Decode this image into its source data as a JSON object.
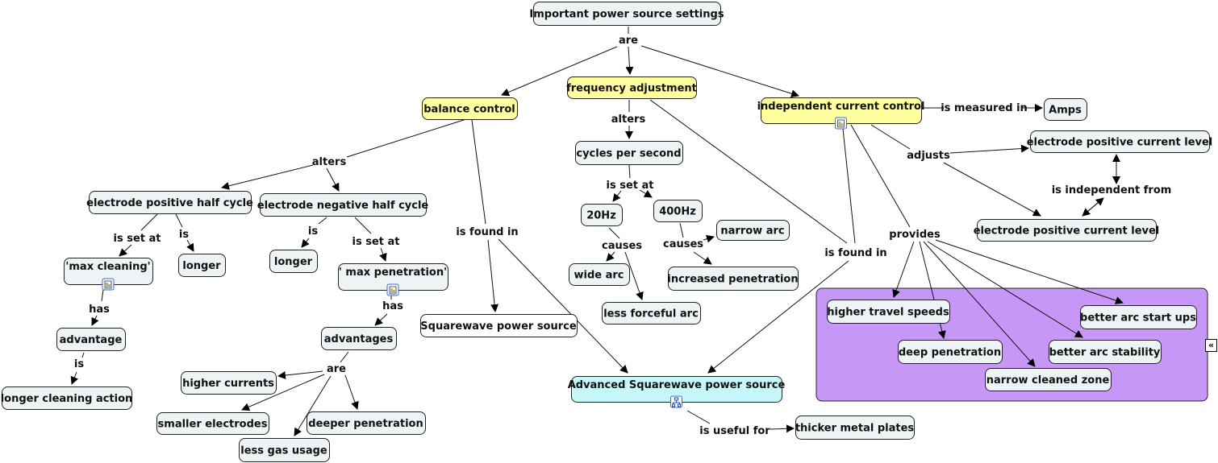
{
  "colors": {
    "default_fill": "#eef3f5",
    "highlight_fill": "#ffff9f",
    "cyan_fill": "#c6f8fb",
    "white_fill": "#ffffff",
    "group_fill": "#c797f8"
  },
  "nodes": [
    {
      "id": "root",
      "label": "Important power source settings",
      "style": "default"
    },
    {
      "id": "balance",
      "label": "balance control",
      "style": "highlight"
    },
    {
      "id": "freq",
      "label": "frequency adjustment",
      "style": "highlight"
    },
    {
      "id": "icc",
      "label": "independent current control",
      "style": "highlight",
      "icon": "resource-doc-icon"
    },
    {
      "id": "amps",
      "label": "Amps",
      "style": "default"
    },
    {
      "id": "epcl1",
      "label": "electrode positive current level",
      "style": "default"
    },
    {
      "id": "epcl2",
      "label": "electrode positive current level",
      "style": "default"
    },
    {
      "id": "ephc",
      "label": "electrode positive half cycle",
      "style": "default"
    },
    {
      "id": "enhc",
      "label": "electrode negative half cycle",
      "style": "default"
    },
    {
      "id": "maxclean",
      "label": "'max cleaning'",
      "style": "default",
      "icon": "resource-doc-icon"
    },
    {
      "id": "longer1",
      "label": "longer",
      "style": "default"
    },
    {
      "id": "longer2",
      "label": "longer",
      "style": "default"
    },
    {
      "id": "maxpen",
      "label": "' max penetration'",
      "style": "default",
      "icon": "resource-doc-icon"
    },
    {
      "id": "advantage",
      "label": "advantage",
      "style": "default"
    },
    {
      "id": "lca",
      "label": "longer cleaning action",
      "style": "default"
    },
    {
      "id": "advantages",
      "label": "advantages",
      "style": "default"
    },
    {
      "id": "highcur",
      "label": "higher currents",
      "style": "default"
    },
    {
      "id": "smallel",
      "label": "smaller electrodes",
      "style": "default"
    },
    {
      "id": "deeppen2",
      "label": "deeper penetration",
      "style": "default"
    },
    {
      "id": "lessgas",
      "label": "less gas usage",
      "style": "default"
    },
    {
      "id": "sqwave",
      "label": "Squarewave power source",
      "style": "white"
    },
    {
      "id": "cps",
      "label": "cycles per second",
      "style": "default"
    },
    {
      "id": "hz20",
      "label": "20Hz",
      "style": "default"
    },
    {
      "id": "hz400",
      "label": "400Hz",
      "style": "default"
    },
    {
      "id": "narrowarc",
      "label": "narrow arc",
      "style": "default"
    },
    {
      "id": "incpen",
      "label": "increased penetration",
      "style": "default"
    },
    {
      "id": "widearc",
      "label": "wide arc",
      "style": "default"
    },
    {
      "id": "lfa",
      "label": "less forceful arc",
      "style": "default"
    },
    {
      "id": "advsq",
      "label": "Advanced Squarewave power source",
      "style": "cyan",
      "icon": "submap-icon"
    },
    {
      "id": "thick",
      "label": "thicker metal plates",
      "style": "default"
    },
    {
      "id": "hts",
      "label": "higher travel speeds",
      "style": "default"
    },
    {
      "id": "deeppen",
      "label": "deep penetration",
      "style": "default"
    },
    {
      "id": "basu",
      "label": "better arc start ups",
      "style": "default"
    },
    {
      "id": "bas",
      "label": "better arc stability",
      "style": "default"
    },
    {
      "id": "ncz",
      "label": "narrow cleaned zone",
      "style": "default"
    }
  ],
  "links": [
    {
      "id": "l_are",
      "label": "are"
    },
    {
      "id": "l_alters1",
      "label": "alters"
    },
    {
      "id": "l_alters2",
      "label": "alters"
    },
    {
      "id": "l_measured",
      "label": "is measured in"
    },
    {
      "id": "l_adjusts",
      "label": "adjusts"
    },
    {
      "id": "l_indep",
      "label": "is independent from"
    },
    {
      "id": "l_setat1",
      "label": "is set at"
    },
    {
      "id": "l_is1",
      "label": "is"
    },
    {
      "id": "l_is2",
      "label": "is"
    },
    {
      "id": "l_setat2",
      "label": "is set at"
    },
    {
      "id": "l_has1",
      "label": "has"
    },
    {
      "id": "l_is3",
      "label": "is"
    },
    {
      "id": "l_has2",
      "label": "has"
    },
    {
      "id": "l_are2",
      "label": "are"
    },
    {
      "id": "l_found1",
      "label": "is found in"
    },
    {
      "id": "l_setat3",
      "label": "is set at"
    },
    {
      "id": "l_causes1",
      "label": "causes"
    },
    {
      "id": "l_causes2",
      "label": "causes"
    },
    {
      "id": "l_found2",
      "label": "is found in"
    },
    {
      "id": "l_provides",
      "label": "provides"
    },
    {
      "id": "l_useful",
      "label": "is useful for"
    }
  ],
  "group": {
    "name": "provides-group",
    "collapse_label": "«"
  }
}
